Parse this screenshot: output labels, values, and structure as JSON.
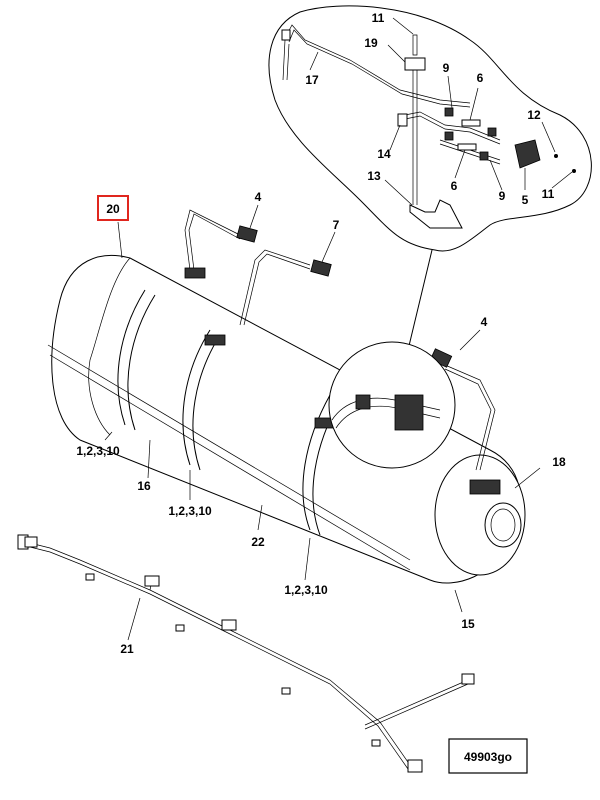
{
  "callouts": {
    "c20": "20",
    "c4_top": "4",
    "c7": "7",
    "c4_right": "4",
    "c18": "18",
    "c1_left": "1,2,3,10",
    "c16": "16",
    "c1_mid": "1,2,3,10",
    "c22": "22",
    "c1_right": "1,2,3,10",
    "c15": "15",
    "c21": "21",
    "d11_top": "11",
    "d19": "19",
    "d17": "17",
    "d9_top": "9",
    "d6_top": "6",
    "d12": "12",
    "d14": "14",
    "d13": "13",
    "d6_bottom": "6",
    "d9_bottom": "9",
    "d5": "5",
    "d11_bottom": "11"
  },
  "figure_id": "49903go",
  "colors": {
    "highlight_box": "#e0261e",
    "line": "#000000"
  }
}
